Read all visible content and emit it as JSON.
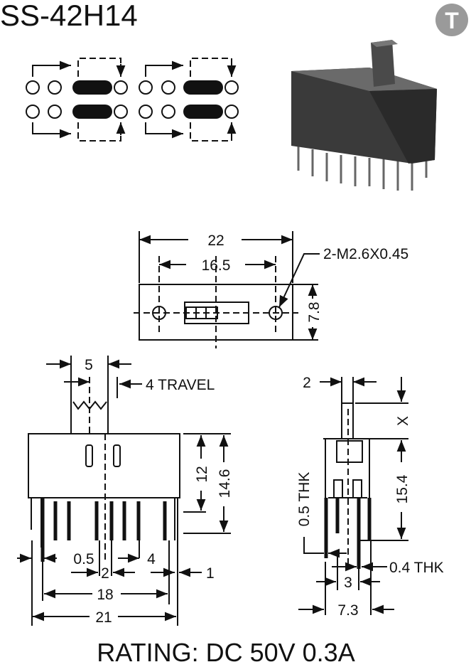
{
  "title": "SS-42H14",
  "logo_letter": "T",
  "top_view": {
    "width": "22",
    "hole_pitch": "16.5",
    "height": "7.8",
    "mount_note": "2-M2.6X0.45"
  },
  "front_view": {
    "actuator_width": "5",
    "travel": "4 TRAVEL",
    "body_height": "12",
    "total_height": "14.6",
    "pin_width": "0.5",
    "pin_pitch": "2",
    "group_gap": "4",
    "side_pin": "1",
    "pin_span": "18",
    "body_width": "21"
  },
  "side_view": {
    "actuator_thk": "2",
    "actuator_height": "X",
    "height": "15.4",
    "frame_thk": "0.5 THK",
    "pin_thk": "0.4 THK",
    "row_pitch": "3",
    "depth": "7.3"
  },
  "rating": "RATING: DC 50V 0.3A",
  "colors": {
    "logo": "#9a9a9a",
    "ink": "#111111",
    "body": "#3a3a3a"
  }
}
